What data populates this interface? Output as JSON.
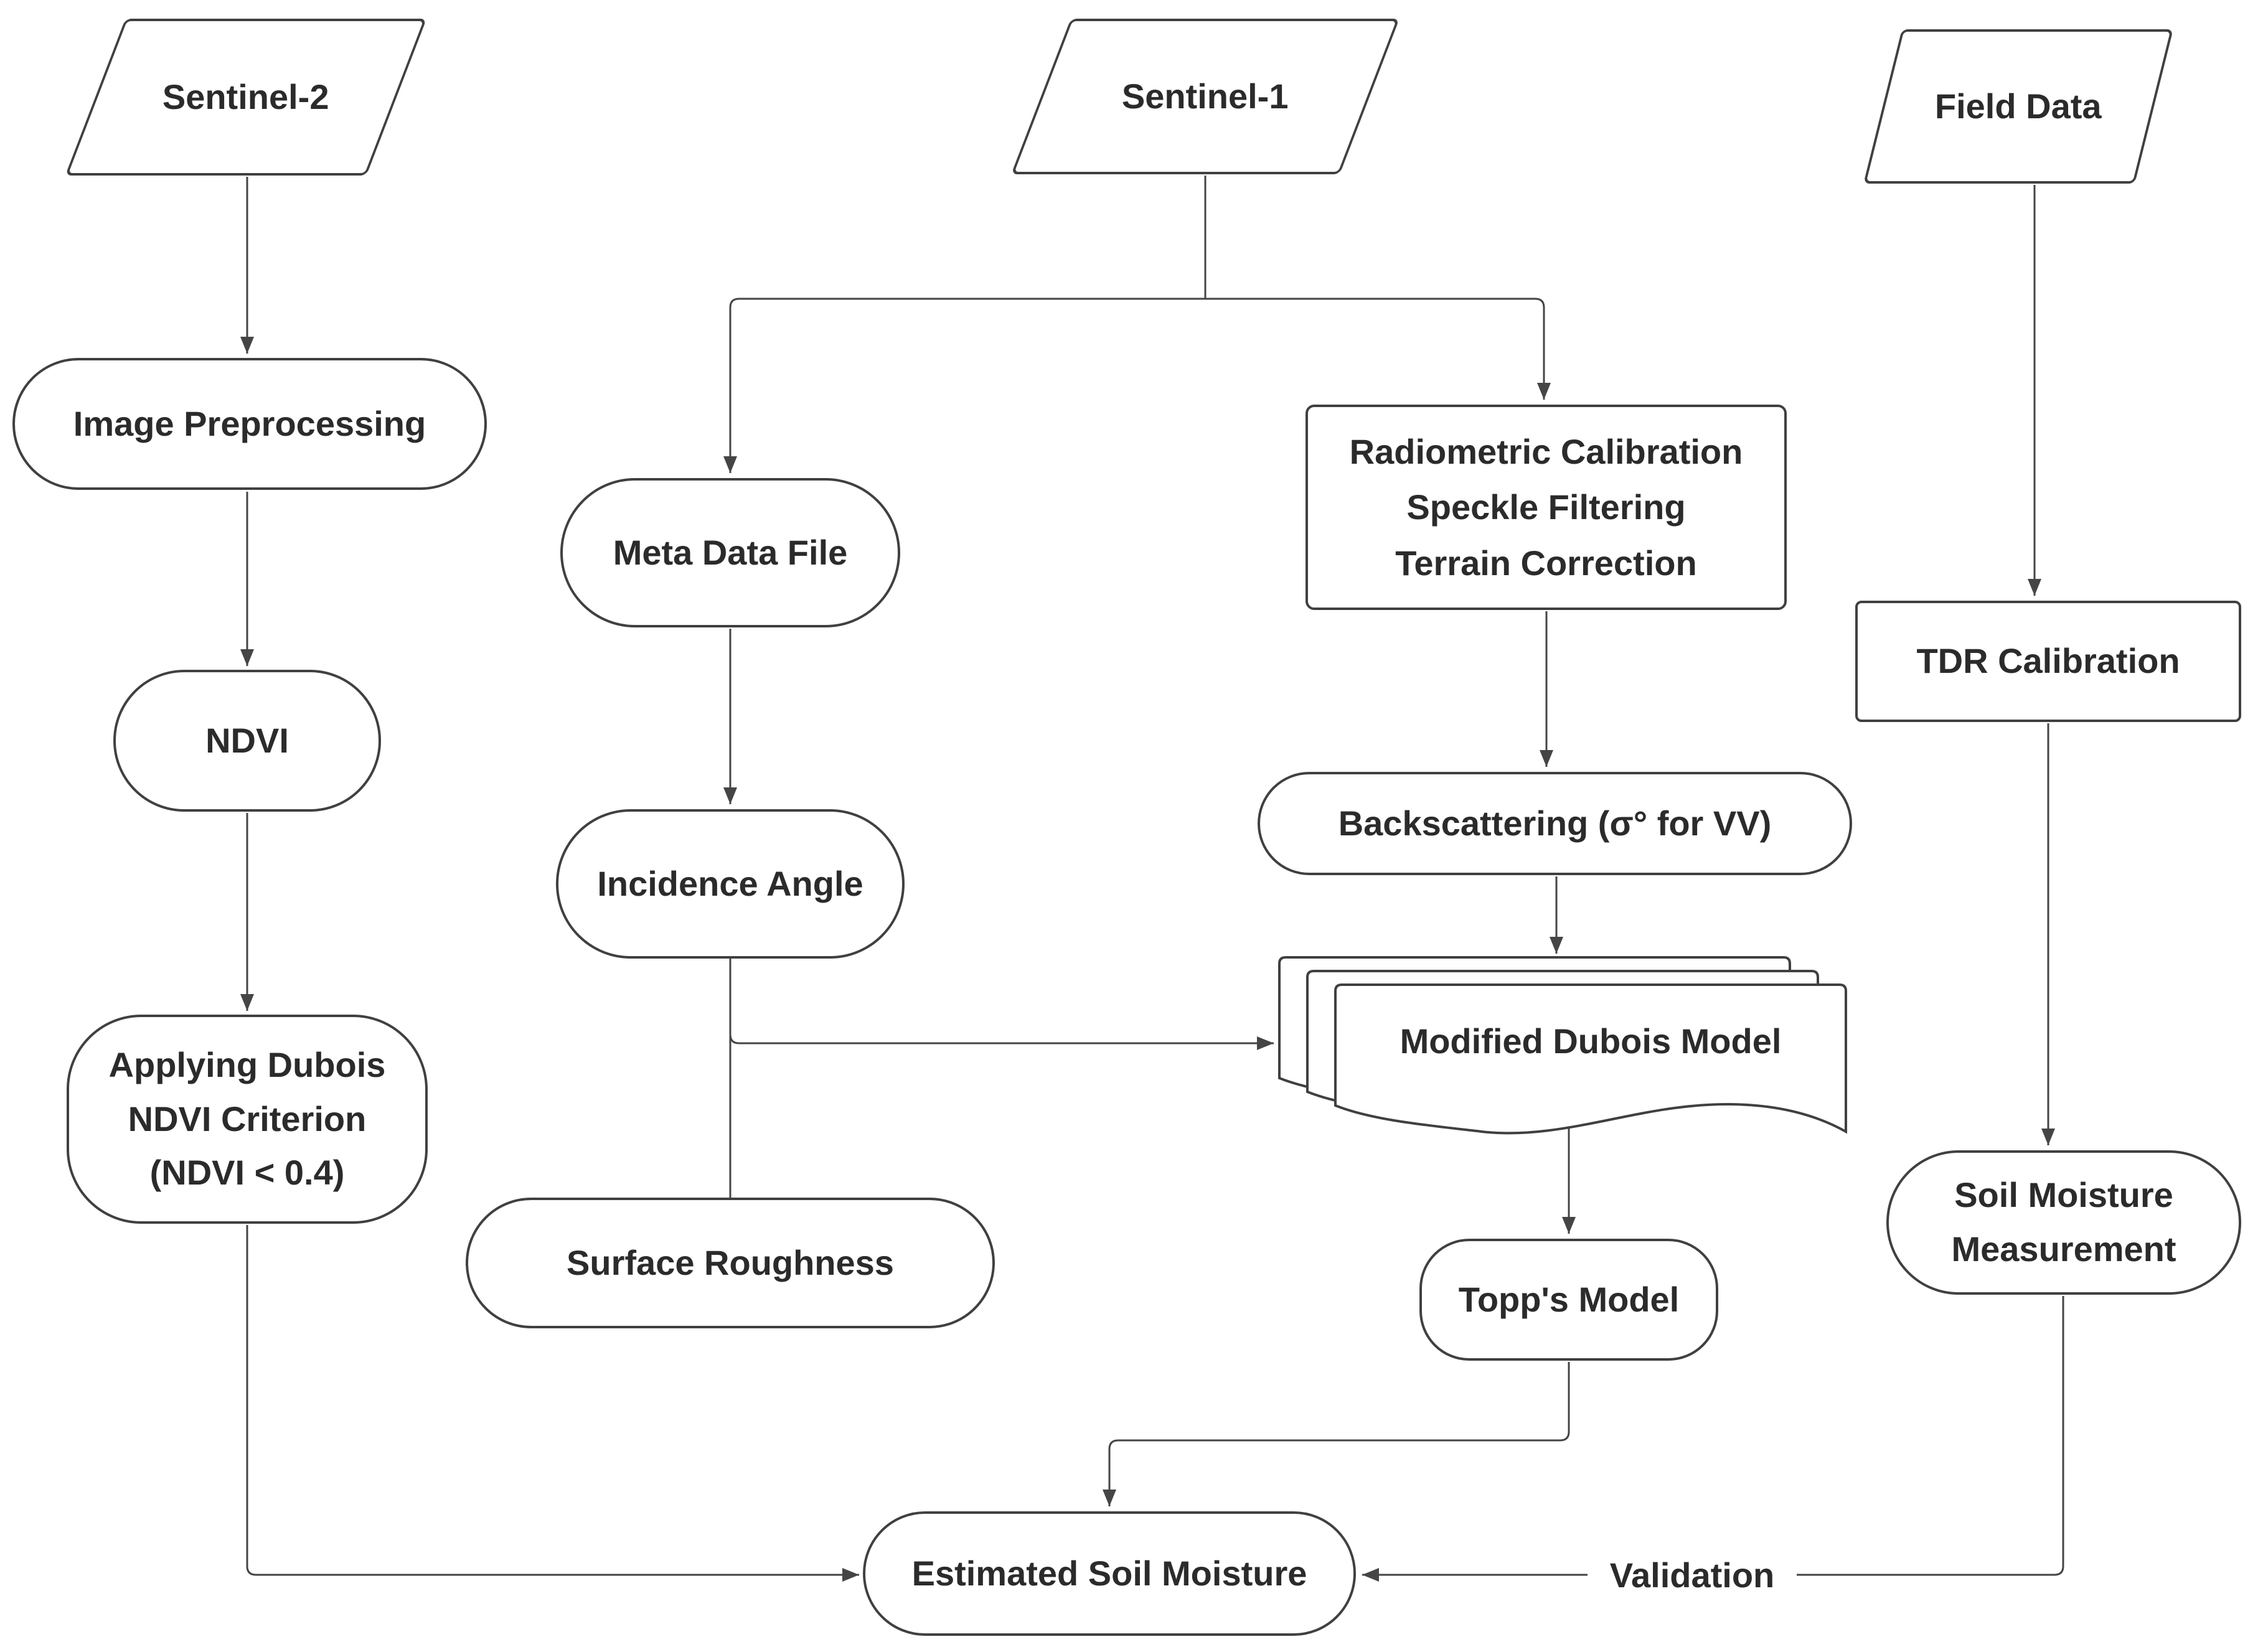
{
  "diagram": {
    "type": "flowchart",
    "colors": {
      "stroke": "#404040",
      "line": "#454545",
      "text": "#2b2b2b",
      "fill": "#ffffff",
      "background": "#ffffff"
    },
    "nodes": {
      "sentinel2": {
        "label": "Sentinel-2",
        "shape": "parallelogram"
      },
      "sentinel1": {
        "label": "Sentinel-1",
        "shape": "parallelogram"
      },
      "field_data": {
        "label": "Field Data",
        "shape": "parallelogram"
      },
      "image_preprocessing": {
        "label": "Image Preprocessing",
        "shape": "stadium"
      },
      "ndvi": {
        "label": "NDVI",
        "shape": "stadium"
      },
      "dubois_criterion": {
        "line1": "Applying Dubois",
        "line2": "NDVI Criterion",
        "line3": "(NDVI < 0.4)",
        "shape": "rounded"
      },
      "meta_data_file": {
        "label": "Meta Data File",
        "shape": "stadium"
      },
      "incidence_angle": {
        "label": "Incidence Angle",
        "shape": "stadium"
      },
      "surface_roughness": {
        "label": "Surface Roughness",
        "shape": "stadium"
      },
      "radiometric": {
        "line1": "Radiometric Calibration",
        "line2": "Speckle Filtering",
        "line3": "Terrain Correction",
        "shape": "rectangle"
      },
      "backscattering": {
        "label": "Backscattering (σ° for VV)",
        "shape": "stadium"
      },
      "modified_dubois": {
        "label": "Modified Dubois Model",
        "shape": "multi-document"
      },
      "topps_model": {
        "label": "Topp's Model",
        "shape": "rounded"
      },
      "tdr_calibration": {
        "label": "TDR Calibration",
        "shape": "rectangle"
      },
      "soil_moisture_measurement": {
        "line1": "Soil Moisture",
        "line2": "Measurement",
        "shape": "rounded"
      },
      "estimated_soil_moisture": {
        "label": "Estimated Soil Moisture",
        "shape": "stadium"
      }
    },
    "edges": [
      {
        "from": "sentinel2",
        "to": "image_preprocessing"
      },
      {
        "from": "image_preprocessing",
        "to": "ndvi"
      },
      {
        "from": "ndvi",
        "to": "dubois_criterion"
      },
      {
        "from": "dubois_criterion",
        "to": "estimated_soil_moisture"
      },
      {
        "from": "sentinel1",
        "to": "meta_data_file"
      },
      {
        "from": "sentinel1",
        "to": "radiometric"
      },
      {
        "from": "meta_data_file",
        "to": "incidence_angle"
      },
      {
        "from": "incidence_angle",
        "to": "surface_roughness"
      },
      {
        "from": "incidence_angle",
        "to": "modified_dubois"
      },
      {
        "from": "radiometric",
        "to": "backscattering"
      },
      {
        "from": "backscattering",
        "to": "modified_dubois"
      },
      {
        "from": "modified_dubois",
        "to": "topps_model"
      },
      {
        "from": "topps_model",
        "to": "estimated_soil_moisture"
      },
      {
        "from": "field_data",
        "to": "tdr_calibration"
      },
      {
        "from": "tdr_calibration",
        "to": "soil_moisture_measurement"
      },
      {
        "from": "soil_moisture_measurement",
        "to": "estimated_soil_moisture",
        "label": "Validation"
      }
    ],
    "edge_labels": {
      "validation": "Validation"
    }
  }
}
